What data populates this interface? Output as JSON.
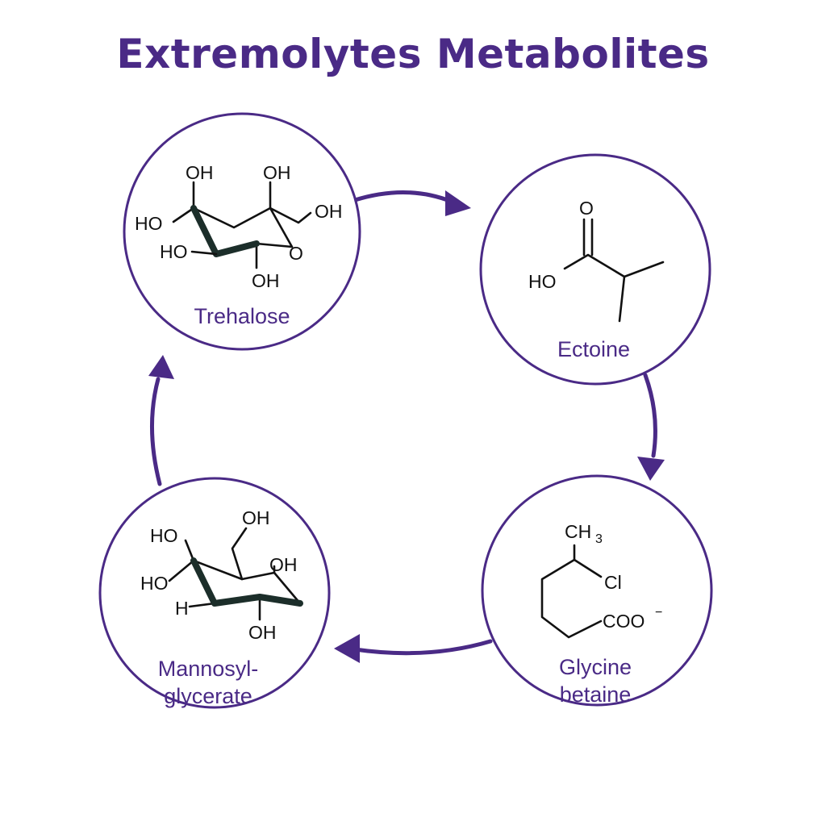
{
  "title": "Extremolytes Metabolites",
  "colors": {
    "accent": "#4a2a86",
    "structure": "#111111"
  },
  "metabolites": [
    {
      "name": "Trehalose",
      "atoms": [
        "OH",
        "OH",
        "HO",
        "OH",
        "HO",
        "O",
        "OH"
      ]
    },
    {
      "name": "Ectoine",
      "atoms": [
        "O",
        "HO"
      ]
    },
    {
      "name": "Glycine\nbetaine",
      "name_lines": [
        "Glycine",
        "betaine"
      ],
      "atoms": [
        "CH",
        "3",
        "Cl",
        "COO",
        "−"
      ]
    },
    {
      "name": "Mannosyl-\nglycerate",
      "name_lines": [
        "Mannosyl-",
        "glycerate"
      ],
      "atoms": [
        "OH",
        "HO",
        "OH",
        "HO",
        "H",
        "OH"
      ]
    }
  ],
  "cycle_direction": "clockwise"
}
